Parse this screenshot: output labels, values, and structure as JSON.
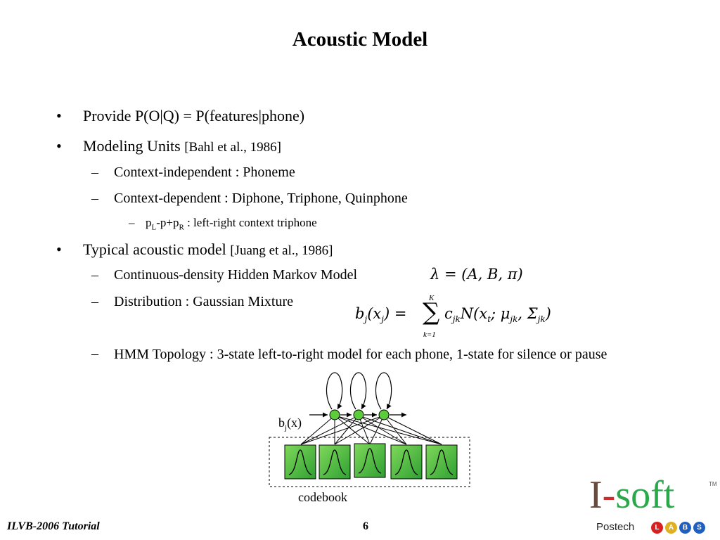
{
  "slide": {
    "title": "Acoustic Model",
    "bullets": [
      {
        "marker": "•",
        "text": "Provide P(O|Q) = P(features|phone)"
      },
      {
        "marker": "•",
        "text": "Modeling Units ",
        "cite": "[Bahl et al., 1986]"
      },
      {
        "marker": "–",
        "text": "Context-independent : Phoneme"
      },
      {
        "marker": "–",
        "text": "Context-dependent : Diphone, Triphone, Quinphone"
      },
      {
        "marker": "–",
        "p1": "p",
        "sub1": "L",
        "mid": "-p+p",
        "sub2": "R",
        "rest": " : left-right context triphone"
      },
      {
        "marker": "•",
        "text": "Typical acoustic model ",
        "cite": "[Juang et al., 1986]"
      },
      {
        "marker": "–",
        "text": "Continuous-density Hidden Markov Model",
        "formula": "λ = (A, B, π)"
      },
      {
        "marker": "–",
        "text": "Distribution : Gaussian Mixture"
      },
      {
        "marker": "–",
        "text": "HMM Topology : 3-state left-to-right model for each phone, 1-state for silence or pause"
      }
    ],
    "gmm_formula": {
      "lhs": "b",
      "lhs_sub": "j",
      "arg_open": "(x",
      "arg_sub": "j",
      "arg_close": ") =",
      "sum_top": "K",
      "sum_sign": "∑",
      "sum_bottom": "k=1",
      "c": "c",
      "c_sub": "jk",
      "n_open": "N(x",
      "x_sub": "t",
      "mu": "; μ",
      "mu_sub": "jk",
      "sigma": ", Σ",
      "sigma_sub": "jk",
      "close": ")"
    },
    "diagram": {
      "bj_base": "b",
      "bj_sub": "j",
      "bj_rest": "(x)",
      "codebook_label": "codebook",
      "state_color": "#5ccc3a",
      "codeword_color": "#3fb83a"
    },
    "footer": {
      "left": "ILVB-2006 Tutorial",
      "page": "6"
    },
    "logo": {
      "text_i": "I",
      "text_dash": "-",
      "text_soft": "soft",
      "tm": "TM",
      "sub": "Postech",
      "badges": [
        "L",
        "A",
        "B",
        "S"
      ],
      "badge_colors": [
        "#d82020",
        "#e0b020",
        "#1f5fbf",
        "#1f5fbf"
      ]
    }
  }
}
